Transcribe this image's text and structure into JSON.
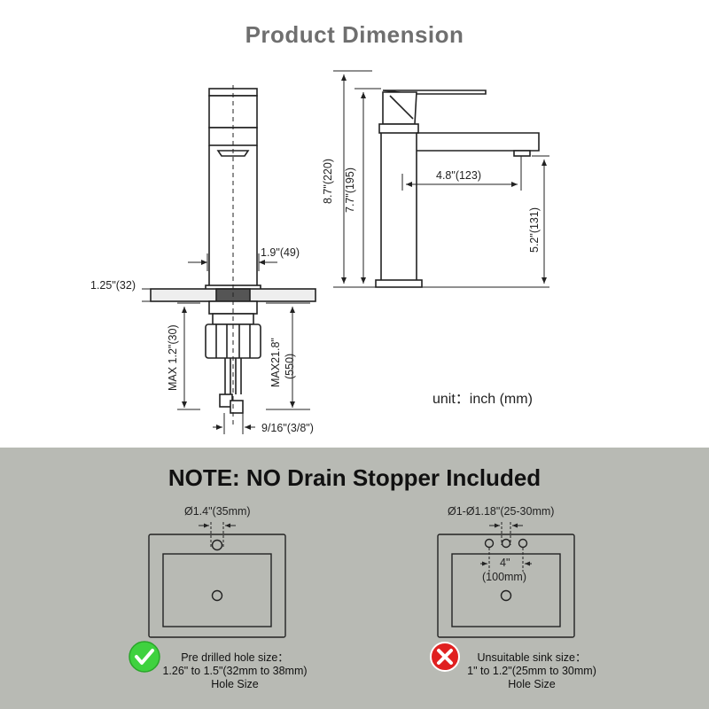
{
  "title": "Product Dimension",
  "dimensions": {
    "side_width": "1.9\"(49)",
    "deck_thickness": "1.25\"(32)",
    "max_deck": "MAX 1.2\"(30)",
    "max_hose": "MAX21.8\"",
    "max_hose_mm": "(550)",
    "connector": "9/16\"(3/8\")",
    "total_height": "8.7\"(220)",
    "body_height": "7.7\"(195)",
    "spout_reach": "4.8\"(123)",
    "spout_height": "5.2\"(131)"
  },
  "unit_label": "unit：inch (mm)",
  "note": "NOTE: NO Drain Stopper Included",
  "left_sink": {
    "hole_label": "Ø1.4\"(35mm)",
    "caption_line1": "Pre drilled hole size：",
    "caption_line2": "1.26\" to 1.5\"(32mm to 38mm)",
    "caption_line3": "Hole Size"
  },
  "right_sink": {
    "hole_label": "Ø1-Ø1.18\"(25-30mm)",
    "spacing_label": "4\"",
    "spacing_mm": "(100mm)",
    "caption_line1": "Unsuitable sink size：",
    "caption_line2": "1\" to 1.2\"(25mm to 30mm)",
    "caption_line3": "Hole Size"
  },
  "colors": {
    "title": "#6f6f6f",
    "panel": "#b8bab4",
    "ok_badge": "#3fd23f",
    "bad_badge": "#e02020"
  }
}
